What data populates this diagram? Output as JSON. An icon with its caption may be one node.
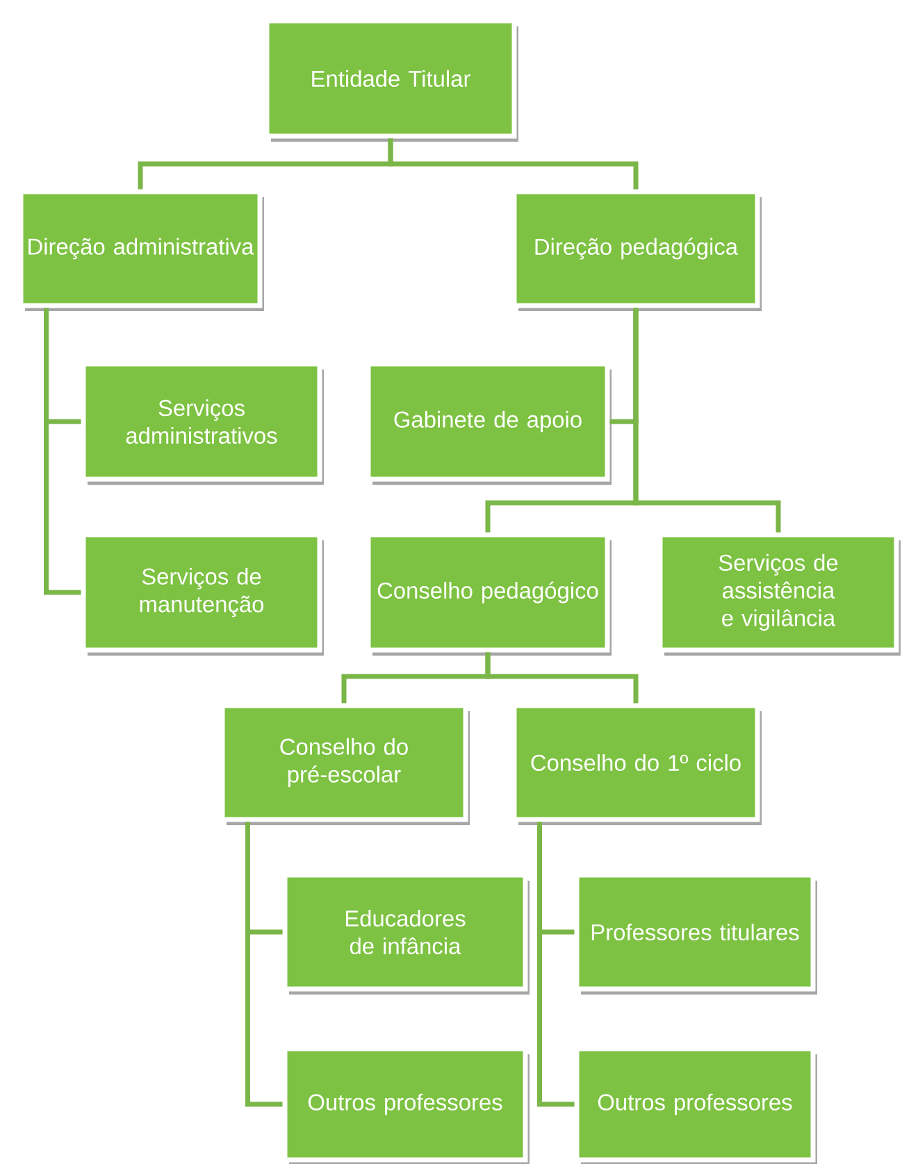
{
  "diagram": {
    "nodes": [
      {
        "text": [
          "Entidade Titular"
        ]
      },
      {
        "text": [
          "Direção administrativa"
        ]
      },
      {
        "text": [
          "Direção pedagógica"
        ]
      },
      {
        "text": [
          "Serviços administrativos"
        ]
      },
      {
        "text": [
          "Serviços de manutenção"
        ]
      },
      {
        "text": [
          "Gabinete de apoio"
        ]
      },
      {
        "text": [
          "Conselho pedagógico"
        ]
      },
      {
        "text": [
          "Serviços de assistência e vigilância"
        ]
      },
      {
        "text": [
          "Conselho do pré-escolar"
        ]
      },
      {
        "text": [
          "Conselho do 1º ciclo"
        ]
      },
      {
        "text": [
          "Educadores de infância"
        ]
      },
      {
        "text": [
          "Professores titulares"
        ]
      },
      {
        "text": [
          "Outros professores"
        ]
      },
      {
        "text": [
          "Outros professores"
        ]
      }
    ],
    "edges": [
      {
        "from": 0,
        "to": 1,
        "arrow": "none"
      },
      {
        "from": 0,
        "to": 2,
        "arrow": "none"
      },
      {
        "from": 1,
        "to": 3,
        "arrow": "none"
      },
      {
        "from": 1,
        "to": 4,
        "arrow": "none"
      },
      {
        "from": 2,
        "to": 5,
        "arrow": "none"
      },
      {
        "from": 2,
        "to": 6,
        "arrow": "none"
      },
      {
        "from": 2,
        "to": 7,
        "arrow": "none"
      },
      {
        "from": 6,
        "to": 8,
        "arrow": "none"
      },
      {
        "from": 6,
        "to": 9,
        "arrow": "none"
      },
      {
        "from": 8,
        "to": 10,
        "arrow": "none"
      },
      {
        "from": 8,
        "to": 12,
        "arrow": "none"
      },
      {
        "from": 9,
        "to": 11,
        "arrow": "none"
      },
      {
        "from": 9,
        "to": 13,
        "arrow": "none"
      }
    ]
  }
}
